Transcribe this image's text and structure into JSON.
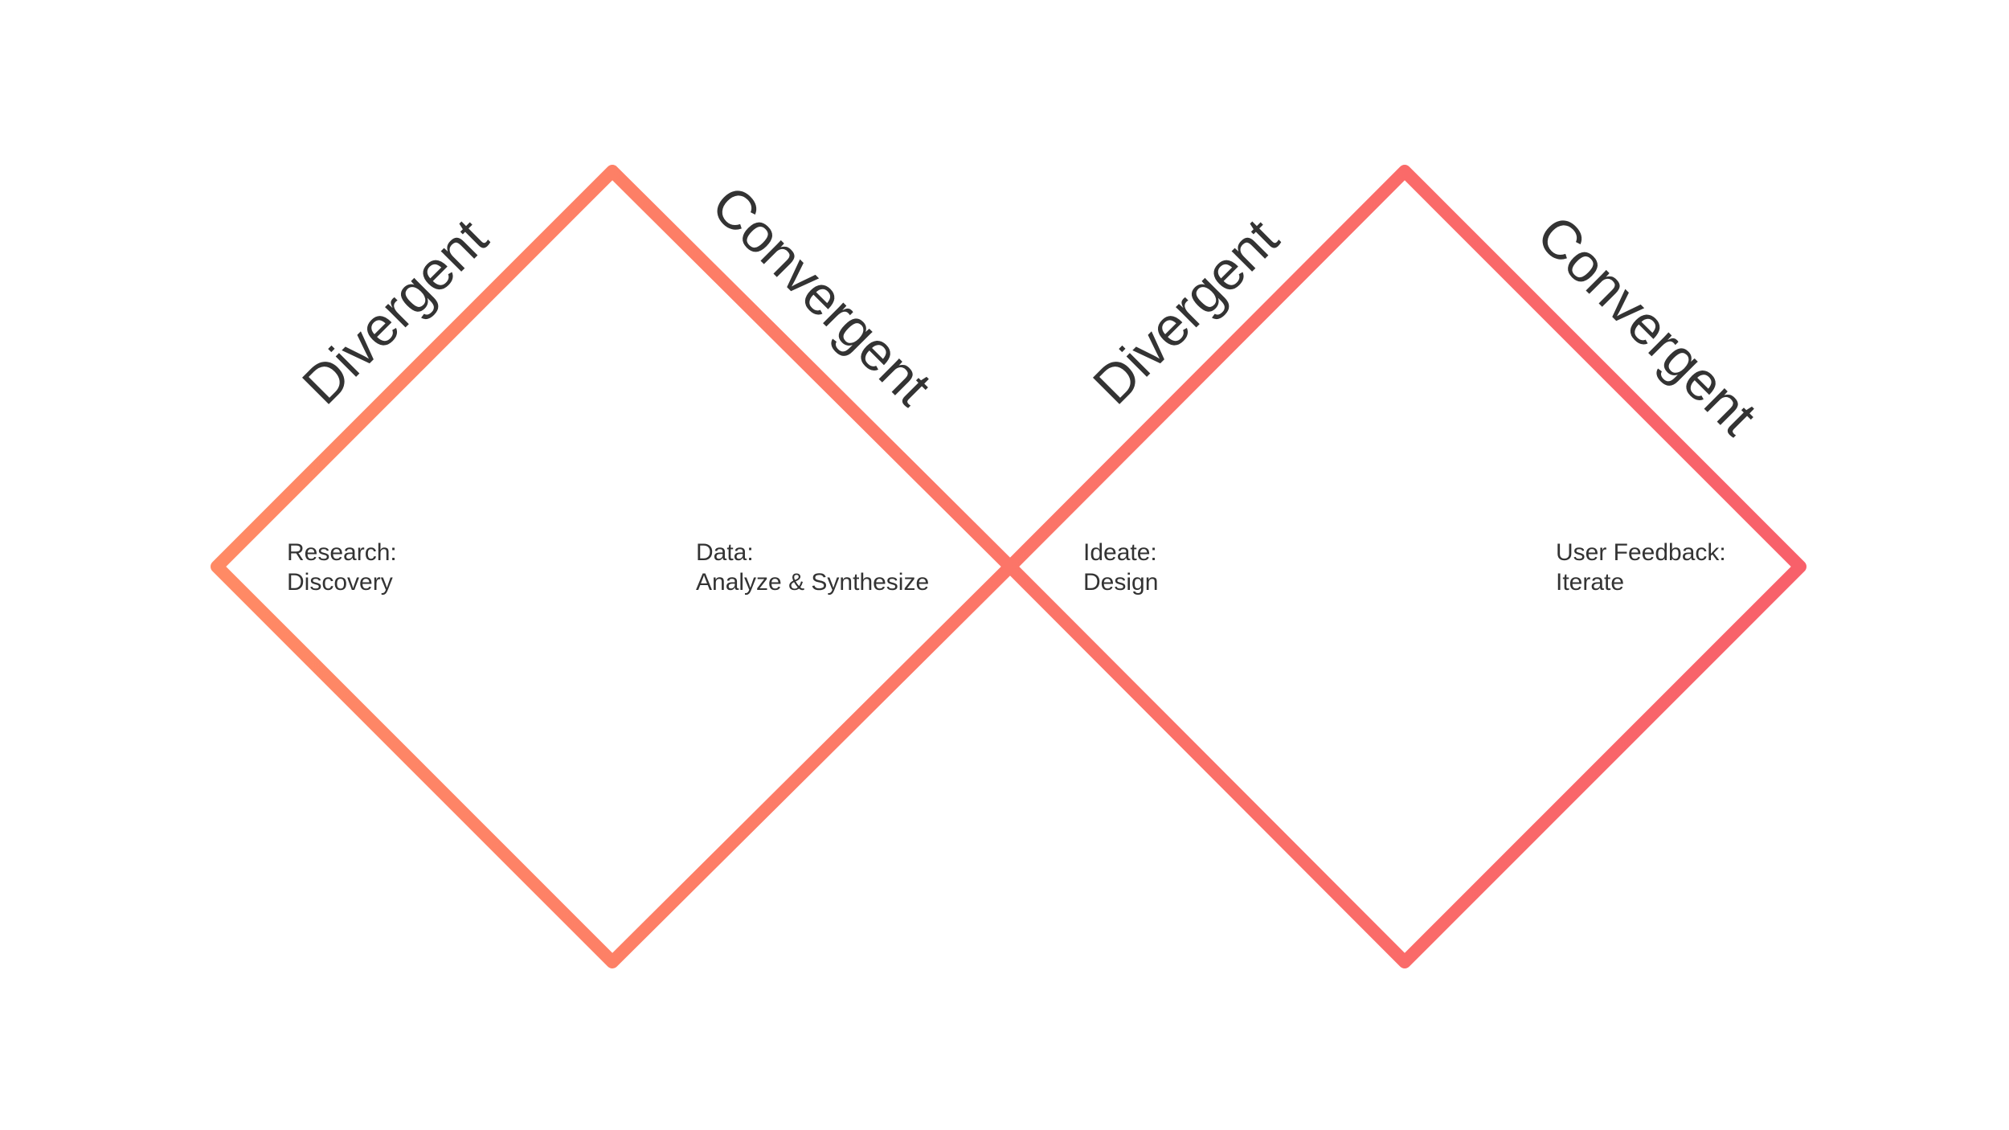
{
  "colors": {
    "gradient_start": "#FF8A65",
    "gradient_end": "#F8606A",
    "text": "#333333",
    "background": "#ffffff"
  },
  "diamond_1": {
    "divergent_label": "Divergent",
    "convergent_label": "Convergent",
    "stage_divergent": {
      "title": "Research:",
      "subtitle": "Discovery"
    },
    "stage_convergent": {
      "title": "Data:",
      "subtitle": "Analyze & Synthesize"
    }
  },
  "diamond_2": {
    "divergent_label": "Divergent",
    "convergent_label": "Convergent",
    "stage_divergent": {
      "title": "Ideate:",
      "subtitle": "Design"
    },
    "stage_convergent": {
      "title": "User Feedback:",
      "subtitle": "Iterate"
    }
  }
}
